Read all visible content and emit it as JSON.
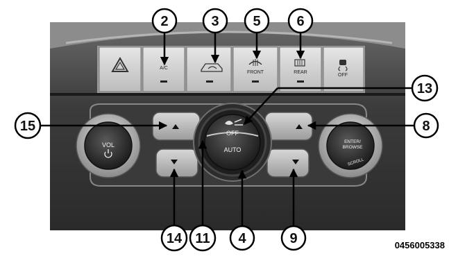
{
  "figure_id": "0456005338",
  "top_buttons": [
    {
      "id": "hazard",
      "label": "",
      "icon": "hazard-triangle-icon"
    },
    {
      "id": "ac",
      "label": "A/C",
      "icon": ""
    },
    {
      "id": "recirc",
      "label": "",
      "icon": "recirculation-icon"
    },
    {
      "id": "front-defrost",
      "label": "FRONT",
      "icon": "front-defrost-icon"
    },
    {
      "id": "rear-defrost",
      "label": "REAR",
      "icon": "rear-defrost-icon"
    },
    {
      "id": "esc-off",
      "label": "OFF",
      "icon": "esc-off-icon"
    }
  ],
  "knobs": {
    "volume": {
      "label": "VOL",
      "icon": "power-icon"
    },
    "tuner": {
      "label_line1": "ENTER/",
      "label_line2": "BROWSE",
      "arc_label": "SCROLL"
    },
    "center": {
      "off_label": "OFF",
      "auto_label": "AUTO",
      "icon": "fan-icon"
    }
  },
  "callouts": [
    "2",
    "3",
    "5",
    "6",
    "13",
    "15",
    "8",
    "14",
    "11",
    "4",
    "9"
  ]
}
